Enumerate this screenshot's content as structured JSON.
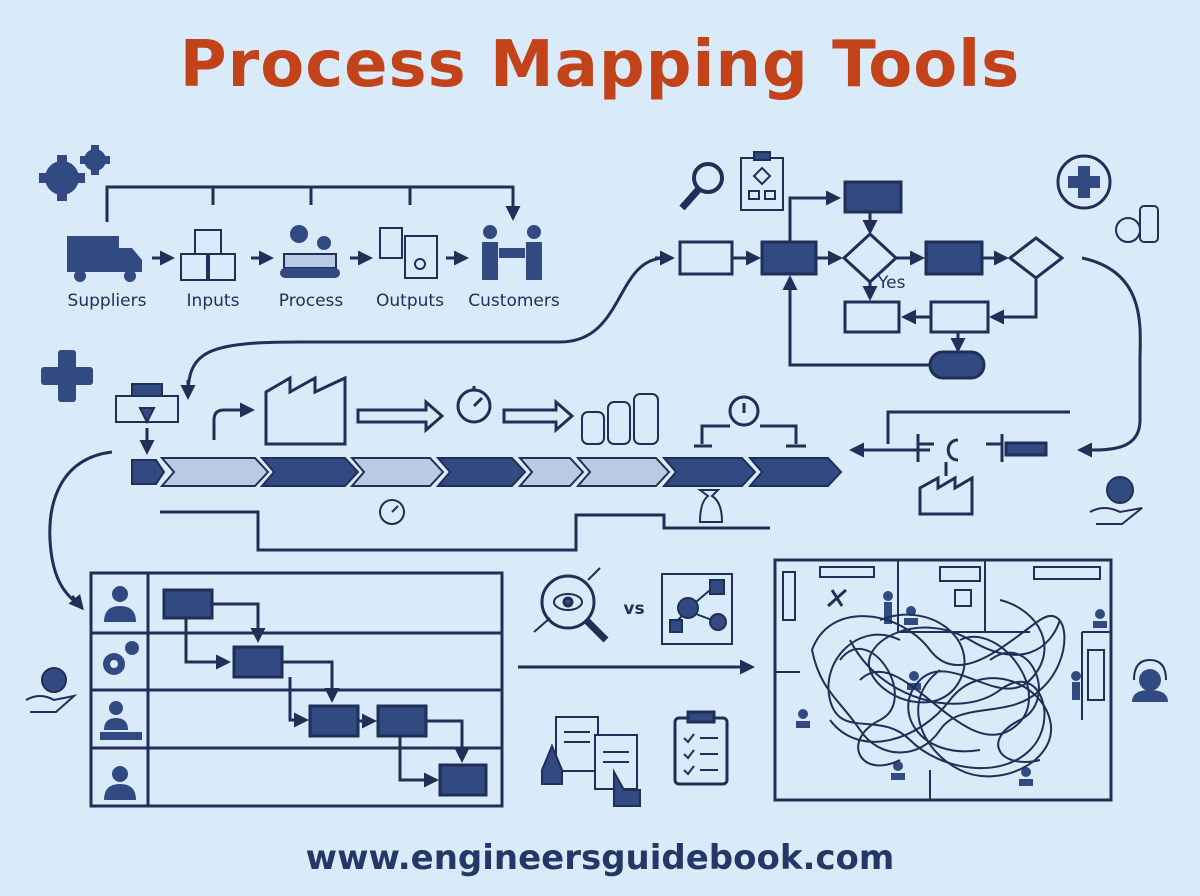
{
  "title": "Process Mapping Tools",
  "footer_url": "www.engineersguidebook.com",
  "sipoc": {
    "labels": [
      "Suppliers",
      "Inputs",
      "Process",
      "Outputs",
      "Customers"
    ]
  },
  "flowchart": {
    "decision_label": "Yes"
  },
  "comparison": {
    "vs_label": "vs"
  },
  "colors": {
    "title": "#c2421a",
    "line": "#1f2f57",
    "fill_dark": "#324a82",
    "fill_light": "#b9cbe2",
    "background": "#d9ebf8"
  }
}
